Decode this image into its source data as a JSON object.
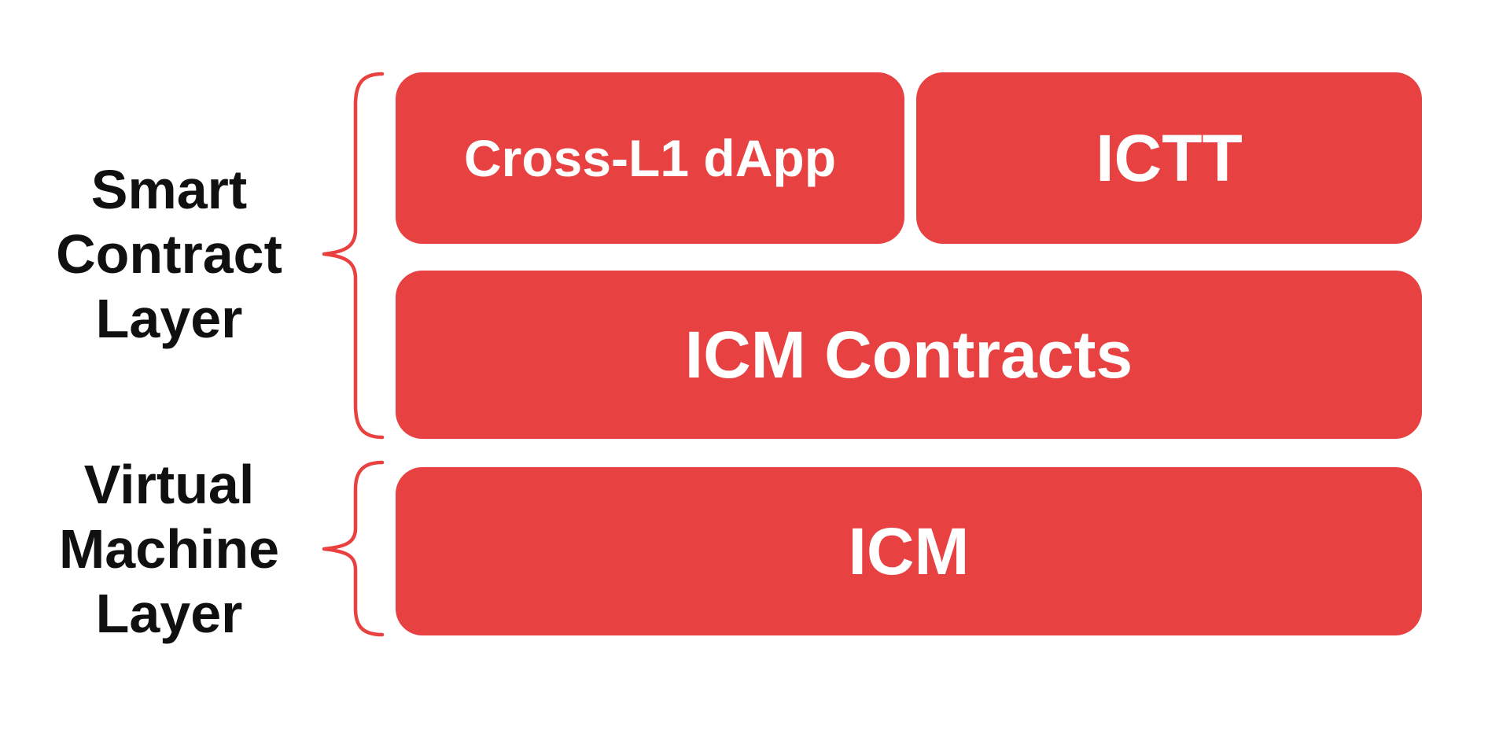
{
  "diagram": {
    "colors": {
      "background": "#ffffff",
      "box": "#e84142",
      "box_text": "#ffffff",
      "brace": "#e8413f",
      "label": "#101010"
    },
    "layers": [
      {
        "name": "Smart Contract Layer",
        "label_lines": [
          "Smart",
          "Contract",
          "Layer"
        ],
        "boxes": [
          {
            "label": "Cross-L1 dApp"
          },
          {
            "label": "ICTT"
          },
          {
            "label": "ICM Contracts"
          }
        ]
      },
      {
        "name": "Virtual Machine Layer",
        "label_lines": [
          "Virtual",
          "Machine",
          "Layer"
        ],
        "boxes": [
          {
            "label": "ICM"
          }
        ]
      }
    ]
  }
}
